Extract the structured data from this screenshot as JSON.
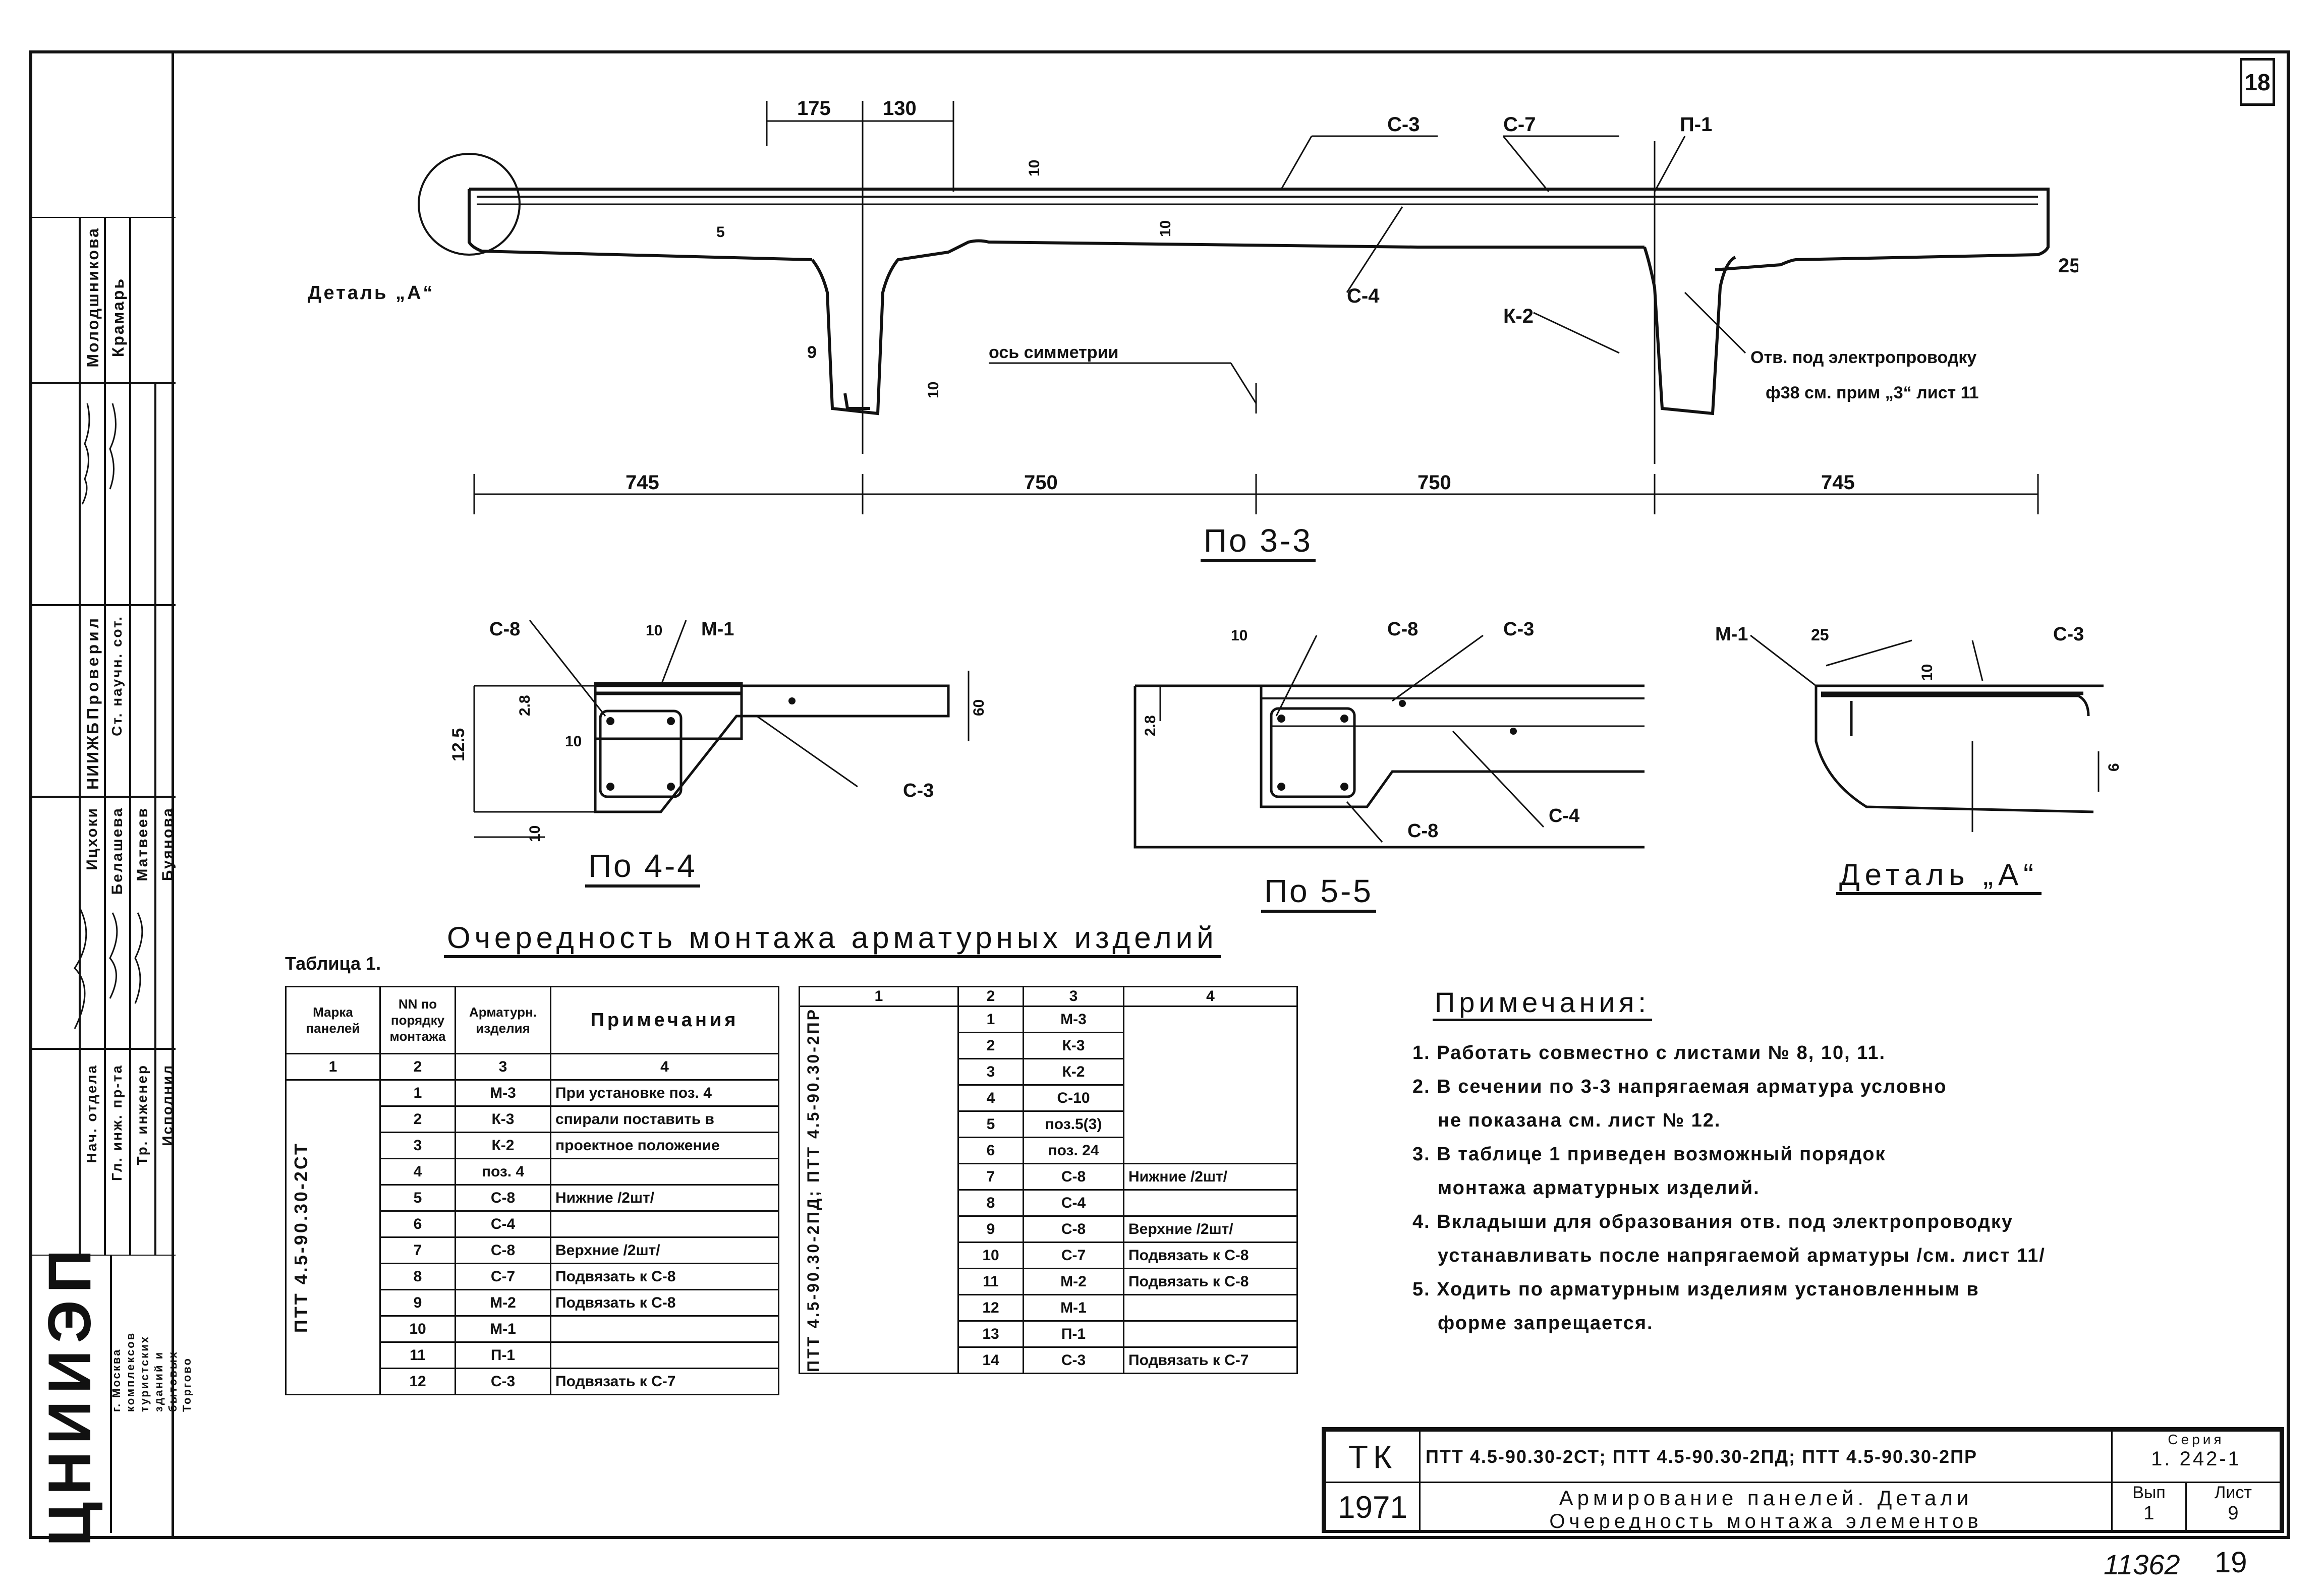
{
  "sheet": {
    "sheet_number": "18",
    "bottom_number_left": "11362",
    "bottom_number_right": "19"
  },
  "section_3_3": {
    "title": "По 3-3",
    "dims_top": [
      "175",
      "130"
    ],
    "dims_bottom": [
      "745",
      "750",
      "750",
      "745"
    ],
    "small_dims": [
      "10",
      "5",
      "10",
      "9",
      "10",
      "25"
    ],
    "labels": {
      "detail_a": "Деталь „А“",
      "axis": "ось симметрии",
      "c3": "С-3",
      "c7": "С-7",
      "p1": "П-1",
      "c4": "С-4",
      "k2": "К-2",
      "hole_line1": "Отв. под электропроводку",
      "hole_line2": "ф38 см. прим „3“ лист 11"
    }
  },
  "section_4_4": {
    "title": "По 4-4",
    "labels": {
      "c8": "С-8",
      "m1": "М-1",
      "c3": "С-3"
    },
    "dims": [
      "10",
      "2.8",
      "60",
      "12.5",
      "10",
      "10"
    ]
  },
  "section_5_5": {
    "title": "По 5-5",
    "labels": {
      "c8_top": "С-8",
      "c3": "С-3",
      "c4": "С-4",
      "c8_bottom": "С-8"
    },
    "dims": [
      "10",
      "2.8"
    ]
  },
  "detail_a": {
    "title": "Деталь „А“",
    "labels": {
      "m1": "М-1",
      "c3": "С-3"
    },
    "dims": [
      "25",
      "10",
      "6"
    ]
  },
  "table1": {
    "caption": "Таблица 1.",
    "title": "Очередность монтажа арматурных изделий",
    "headers": [
      "Марка панелей",
      "NN по порядку монтажа",
      "Арматурн. изделия",
      "Примечания"
    ],
    "col_numbers": [
      "1",
      "2",
      "3",
      "4"
    ],
    "panel_mark": "ПТТ 4.5-90.30-2СТ",
    "rows": [
      {
        "n": "1",
        "item": "М-3",
        "note": "При установке поз. 4"
      },
      {
        "n": "2",
        "item": "К-3",
        "note": "спирали поставить в"
      },
      {
        "n": "3",
        "item": "К-2",
        "note": "проектное положение"
      },
      {
        "n": "4",
        "item": "поз. 4",
        "note": ""
      },
      {
        "n": "5",
        "item": "С-8",
        "note": "Нижние /2шт/"
      },
      {
        "n": "6",
        "item": "С-4",
        "note": ""
      },
      {
        "n": "7",
        "item": "С-8",
        "note": "Верхние /2шт/"
      },
      {
        "n": "8",
        "item": "С-7",
        "note": "Подвязать к С-8"
      },
      {
        "n": "9",
        "item": "М-2",
        "note": "Подвязать к С-8"
      },
      {
        "n": "10",
        "item": "М-1",
        "note": ""
      },
      {
        "n": "11",
        "item": "П-1",
        "note": ""
      },
      {
        "n": "12",
        "item": "С-3",
        "note": "Подвязать к С-7"
      }
    ]
  },
  "table2": {
    "col_numbers": [
      "1",
      "2",
      "3",
      "4"
    ],
    "panel_mark": "ПТТ 4.5-90.30-2ПД; ПТТ 4.5-90.30-2ПР",
    "rows": [
      {
        "n": "1",
        "item": "М-3",
        "note": ""
      },
      {
        "n": "2",
        "item": "К-3",
        "note": ""
      },
      {
        "n": "3",
        "item": "К-2",
        "note": ""
      },
      {
        "n": "4",
        "item": "С-10",
        "note": ""
      },
      {
        "n": "5",
        "item": "поз.5(3)",
        "note": ""
      },
      {
        "n": "6",
        "item": "поз. 24",
        "note": ""
      },
      {
        "n": "7",
        "item": "С-8",
        "note": "Нижние /2шт/"
      },
      {
        "n": "8",
        "item": "С-4",
        "note": ""
      },
      {
        "n": "9",
        "item": "С-8",
        "note": "Верхние /2шт/"
      },
      {
        "n": "10",
        "item": "С-7",
        "note": "Подвязать к С-8"
      },
      {
        "n": "11",
        "item": "М-2",
        "note": "Подвязать к С-8"
      },
      {
        "n": "12",
        "item": "М-1",
        "note": ""
      },
      {
        "n": "13",
        "item": "П-1",
        "note": ""
      },
      {
        "n": "14",
        "item": "С-3",
        "note": "Подвязать к С-7"
      }
    ]
  },
  "notes": {
    "title": "Примечания:",
    "items": [
      "1. Работать совместно с листами № 8, 10, 11.",
      "2. В сечении по 3-3 напрягаемая арматура условно",
      "не показана см. лист № 12.",
      "3. В таблице 1 приведен возможный порядок",
      "монтажа арматурных изделий.",
      "4. Вкладыши для образования отв. под электропроводку",
      "устанавливать после напрягаемой арматуры /см. лист 11/",
      "5. Ходить по арматурным изделиям установленным в",
      "форме запрещается."
    ]
  },
  "title_block": {
    "tk": "ТК",
    "year": "1971",
    "marks": "ПТТ 4.5-90.30-2СТ; ПТТ 4.5-90.30-2ПД; ПТТ 4.5-90.30-2ПР",
    "series_label": "Серия",
    "series_value": "1. 242-1",
    "title_line1": "Армирование панелей. Детали",
    "title_line2": "Очередность монтажа элементов",
    "vyp_label": "Вып",
    "vyp_value": "1",
    "list_label": "Лист",
    "list_value": "9"
  },
  "stamp": {
    "org_logo": "ЦНИИЭП",
    "org_text": [
      "Торгово",
      "бытовых",
      "зданий и",
      "туристских",
      "комплексов",
      "г. Москва"
    ],
    "roles": [
      "Нач. отдела",
      "Гл. инж. пр-та",
      "Тр. инженер",
      "Исполнил"
    ],
    "names": [
      "Ицхоки",
      "Белашева",
      "Матвеев",
      "Буянова"
    ],
    "proveril": "Проверил",
    "niizhb": "НИИЖБ",
    "st_nauch": "Ст. научн. сот.",
    "names_top": [
      "Молодшникова",
      "Крамарь"
    ]
  }
}
